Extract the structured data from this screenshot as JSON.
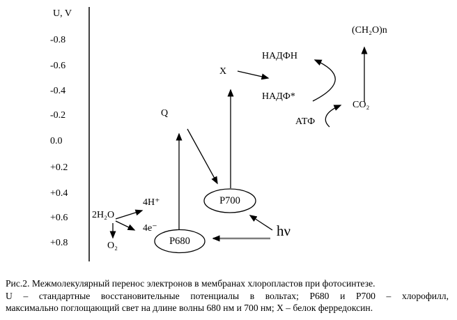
{
  "axis": {
    "title": "U, V",
    "ticks": [
      "-0.8",
      "-0.6",
      "-0.4",
      "-0.2",
      "0.0",
      "+0.2",
      "+0.4",
      "+0.6",
      "+0.8"
    ]
  },
  "nodes": {
    "water": "2H₂O",
    "protons": "4H⁺",
    "electrons": "4e⁻",
    "oxygen": "O₂",
    "p680": "P680",
    "p700": "P700",
    "quinone": "Q",
    "ferredoxin": "X",
    "nadph": "НАДФН",
    "nadp_star": "НАДФ*",
    "atp": "АТФ",
    "co2": "CO₂",
    "carbohydrate": "(CH₂O)n",
    "light": "hν"
  },
  "colors": {
    "ink": "#000000",
    "light_arrow_gray": "#7d7d7d"
  },
  "caption": {
    "line1": "Рис.2. Межмолекулярный перенос электронов в мембранах хлоропластов при фотосинтезе.",
    "line2": "U – стандартные восстановительные потенциалы в вольтах; Р680 и Р700 – хлорофилл,",
    "line3": "максимально поглощающий свет на длине волны 680 нм и 700 нм; X – белок ферредоксин."
  }
}
